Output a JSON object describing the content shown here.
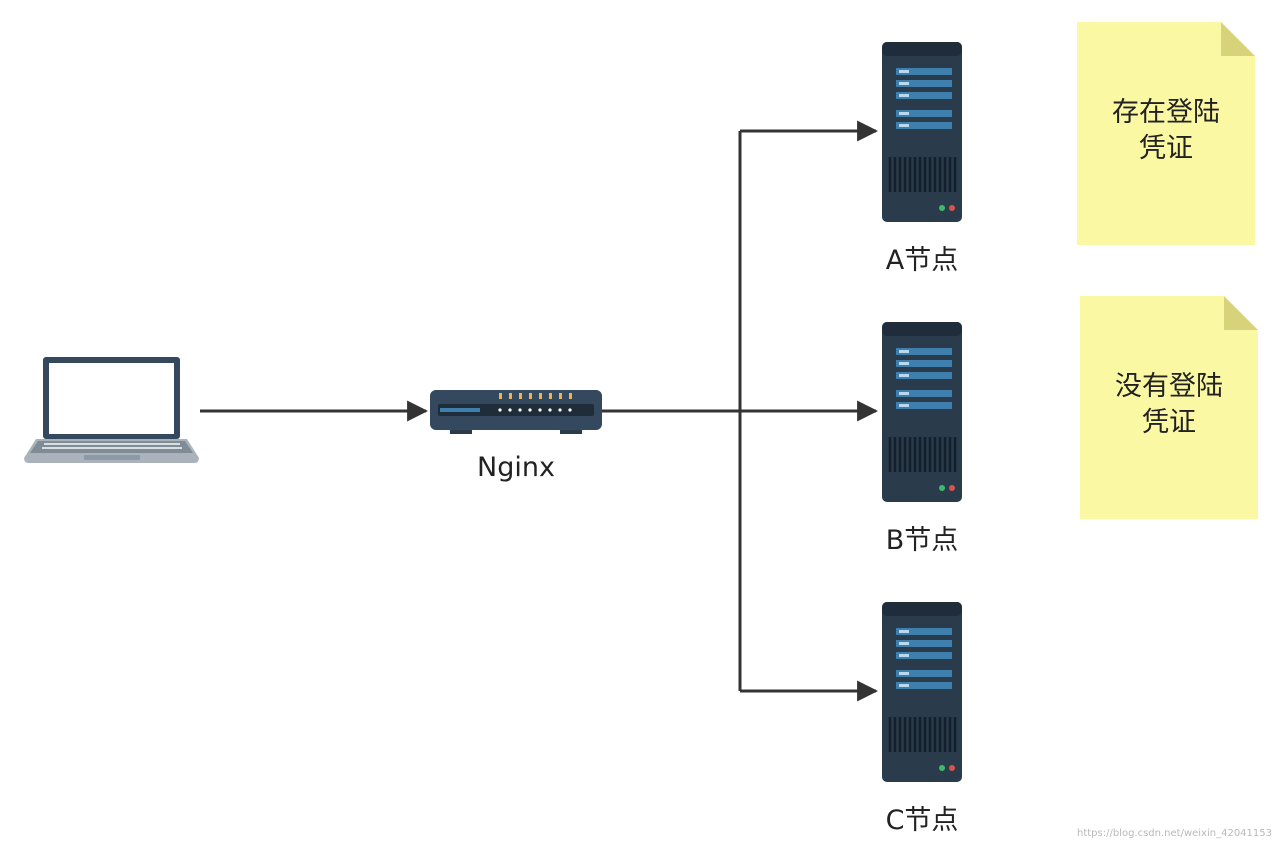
{
  "diagram": {
    "nodes": {
      "laptop": {
        "label": ""
      },
      "nginx": {
        "label": "Nginx"
      },
      "server_a": {
        "label": "A节点"
      },
      "server_b": {
        "label": "B节点"
      },
      "server_c": {
        "label": "C节点"
      }
    },
    "notes": [
      {
        "line1": "存在登陆",
        "line2": "凭证"
      },
      {
        "line1": "没有登陆",
        "line2": "凭证"
      }
    ],
    "watermark": "https://blog.csdn.net/weixin_42041153",
    "colors": {
      "connector": "#333333",
      "server_body": "#2a3b4b",
      "server_slot": "#3f7fae",
      "device_body": "#34495e",
      "note_fill": "#fbf8a3",
      "led_green": "#3dbb6c",
      "led_red": "#d9534f"
    },
    "edges": [
      {
        "from": "laptop",
        "to": "nginx"
      },
      {
        "from": "nginx",
        "to": "server_a"
      },
      {
        "from": "nginx",
        "to": "server_b"
      },
      {
        "from": "nginx",
        "to": "server_c"
      }
    ]
  }
}
